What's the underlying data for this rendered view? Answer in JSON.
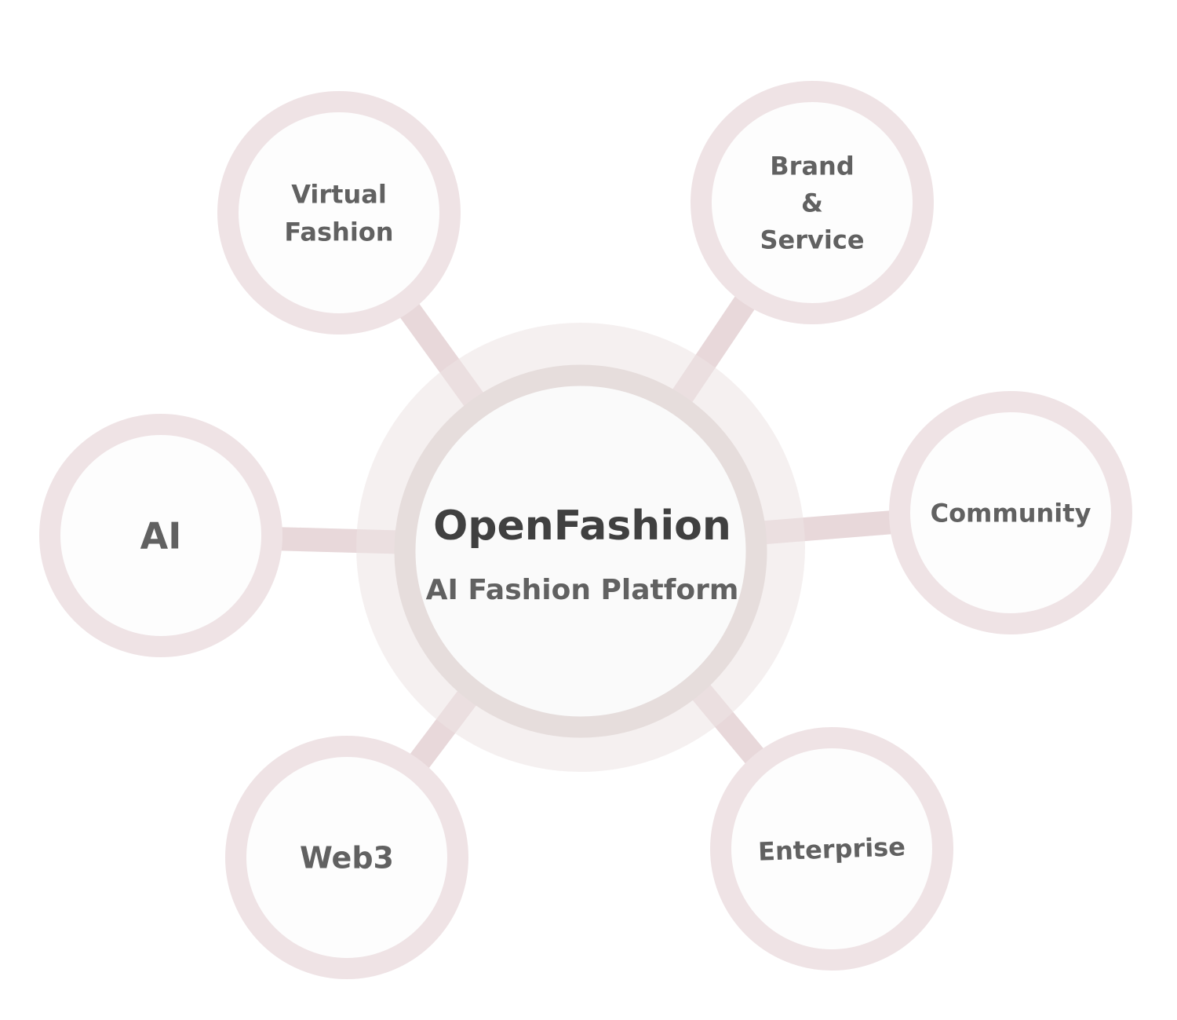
{
  "colors": {
    "background": "#ffffff",
    "node_ring": "#efe3e5",
    "node_fill": "#fdfdfd",
    "connector": "#ecdfe1",
    "center_halo": "#f3eded",
    "center_ring": "#e6dddc",
    "center_fill": "#fafafa",
    "title_text": "#404040",
    "label_text": "#616161"
  },
  "center": {
    "title": "OpenFashion",
    "subtitle": "AI Fashion Platform"
  },
  "nodes": [
    {
      "id": "virtual-fashion",
      "lines": [
        "Virtual",
        "Fashion"
      ]
    },
    {
      "id": "brand-service",
      "lines": [
        "Brand",
        "&",
        "Service"
      ]
    },
    {
      "id": "ai",
      "lines": [
        "AI"
      ]
    },
    {
      "id": "community",
      "lines": [
        "Community"
      ]
    },
    {
      "id": "web3",
      "lines": [
        "Web3"
      ]
    },
    {
      "id": "enterprise",
      "lines": [
        "Enterprise"
      ]
    }
  ]
}
